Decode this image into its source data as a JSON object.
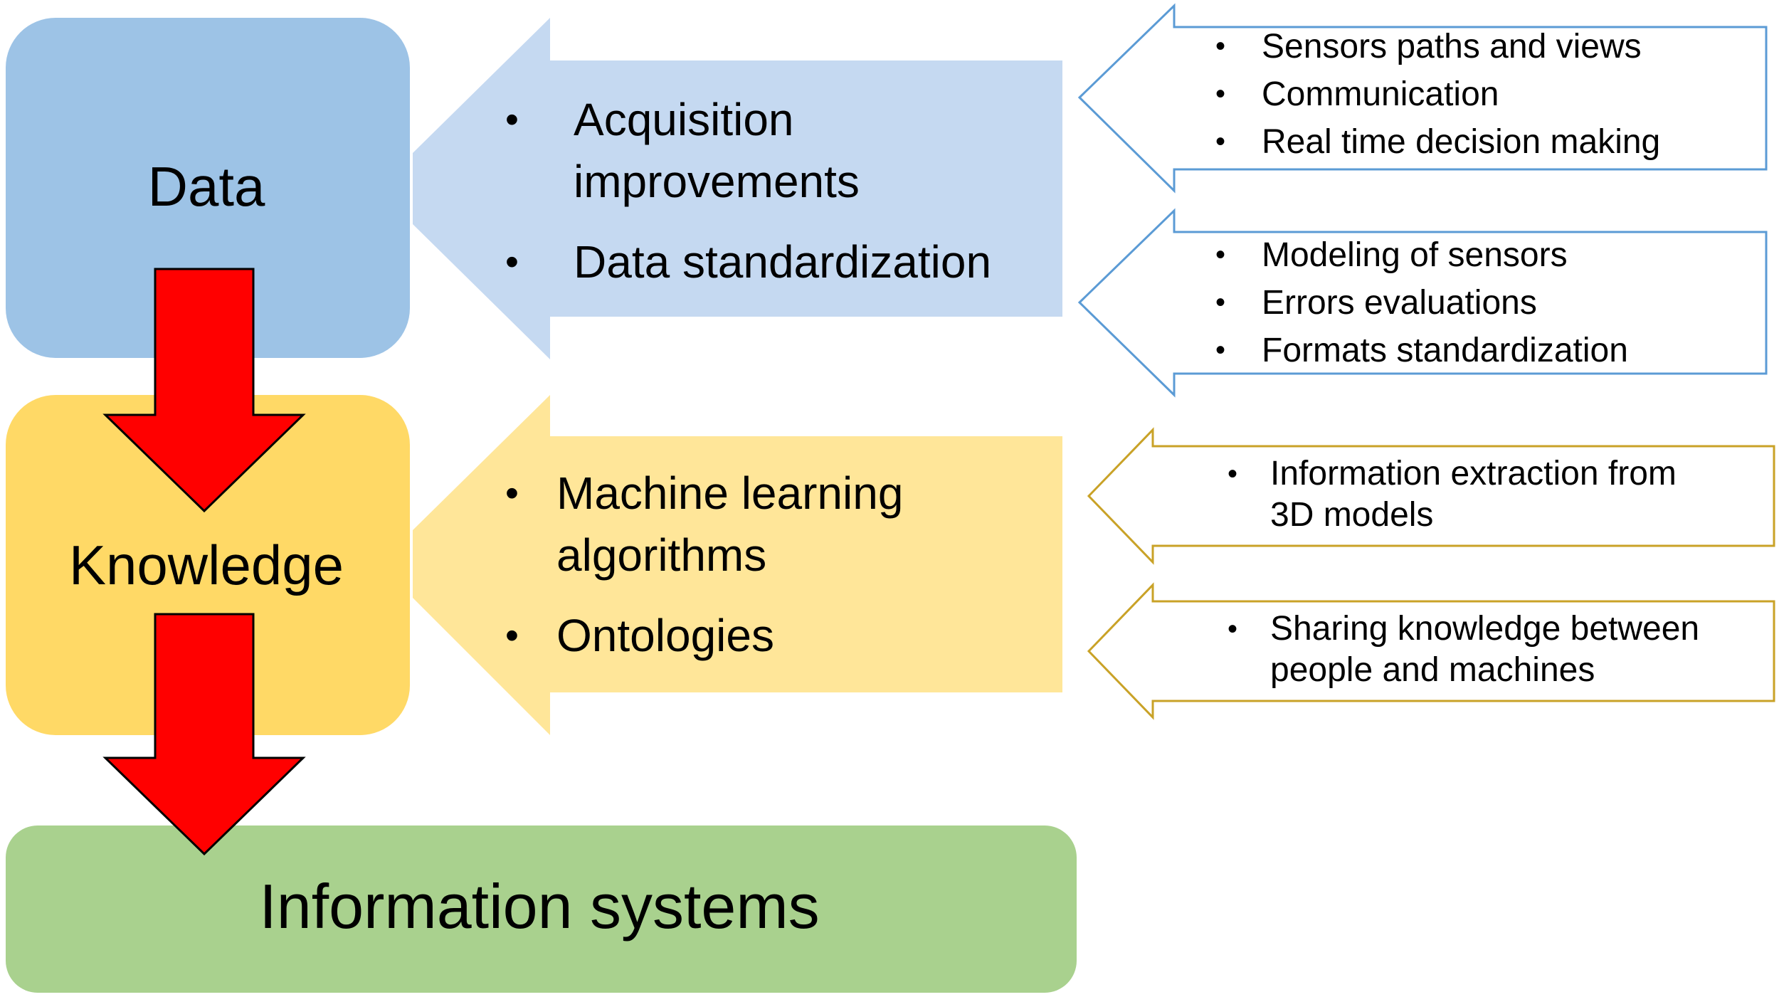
{
  "boxes": {
    "data": "Data",
    "knowledge": "Knowledge",
    "information": "Information systems"
  },
  "data_arrow": {
    "items": [
      "Acquisition\nimprovements",
      "Data standardization"
    ]
  },
  "knowledge_arrow": {
    "items": [
      "Machine learning\nalgorithms",
      "Ontologies"
    ]
  },
  "side_arrows": {
    "sensors": {
      "items": [
        "Sensors paths and views",
        "Communication",
        "Real time decision making"
      ]
    },
    "modeling": {
      "items": [
        "Modeling of sensors",
        "Errors evaluations",
        "Formats standardization"
      ]
    },
    "extraction": {
      "items": [
        "Information extraction from\n3D models"
      ]
    },
    "sharing": {
      "items": [
        "Sharing knowledge between\npeople and machines"
      ]
    }
  },
  "colors": {
    "data_box": "#9dc3e6",
    "data_arrow": "#c5d9f1",
    "knowledge_box": "#ffd966",
    "knowledge_arrow": "#ffe699",
    "information_box": "#a9d18e",
    "flow_arrow": "#ff0000",
    "blue_outline": "#5b9bd5",
    "gold_outline": "#c9a227"
  }
}
